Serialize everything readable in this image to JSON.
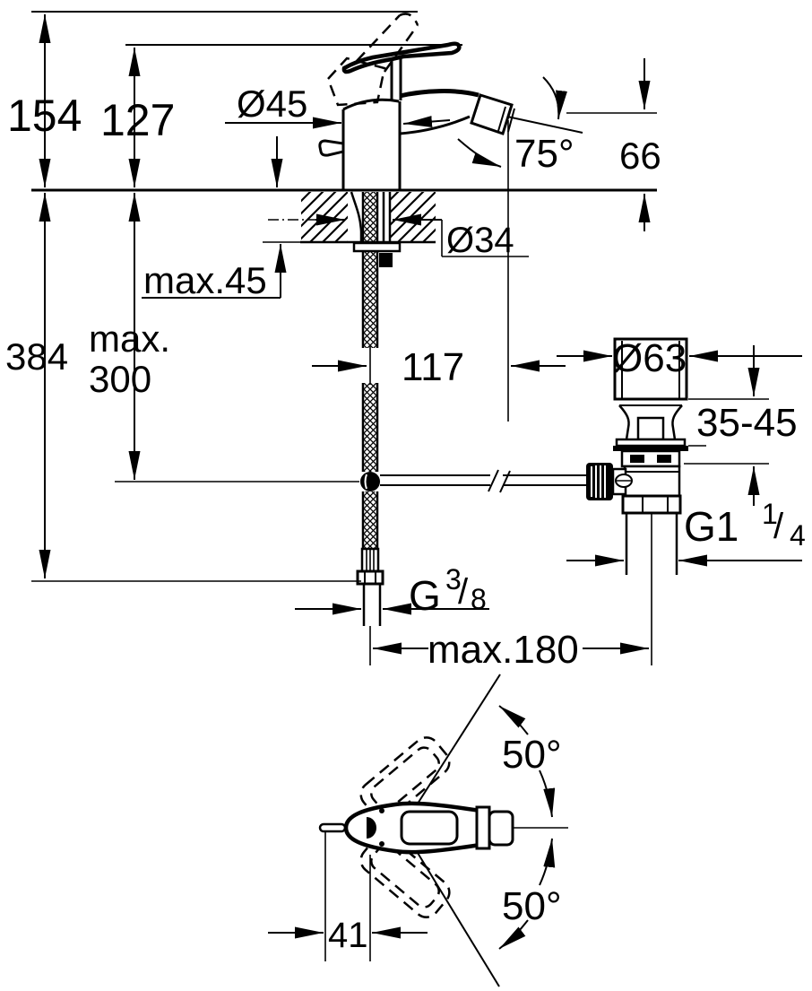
{
  "colors": {
    "ink": "#000000",
    "paper": "#ffffff"
  },
  "labels": {
    "overall_height": "154",
    "height_to_spout_tip": "127",
    "body_diameter": "Ø45",
    "spout_angle": "75°",
    "spout_tip_above_deck": "66",
    "mounting_hole_diameter": "Ø34",
    "deck_thickness": "max.45",
    "hose_drop_line1": "max.",
    "hose_drop_line2": "300",
    "total_drop": "384",
    "spout_reach": "117",
    "waste_flange_diameter": "Ø63",
    "waste_clamp_range": "35-45",
    "waste_thread": {
      "base": "G1",
      "sup": "1",
      "slash": "/",
      "sub": "4"
    },
    "supply_thread": {
      "base": "G",
      "sup": "3",
      "slash": "/",
      "sub": "8"
    },
    "hose_to_waste_spacing": "max.180",
    "handle_swing_up": "50°",
    "handle_swing_down": "50°",
    "rod_offset": "41"
  }
}
